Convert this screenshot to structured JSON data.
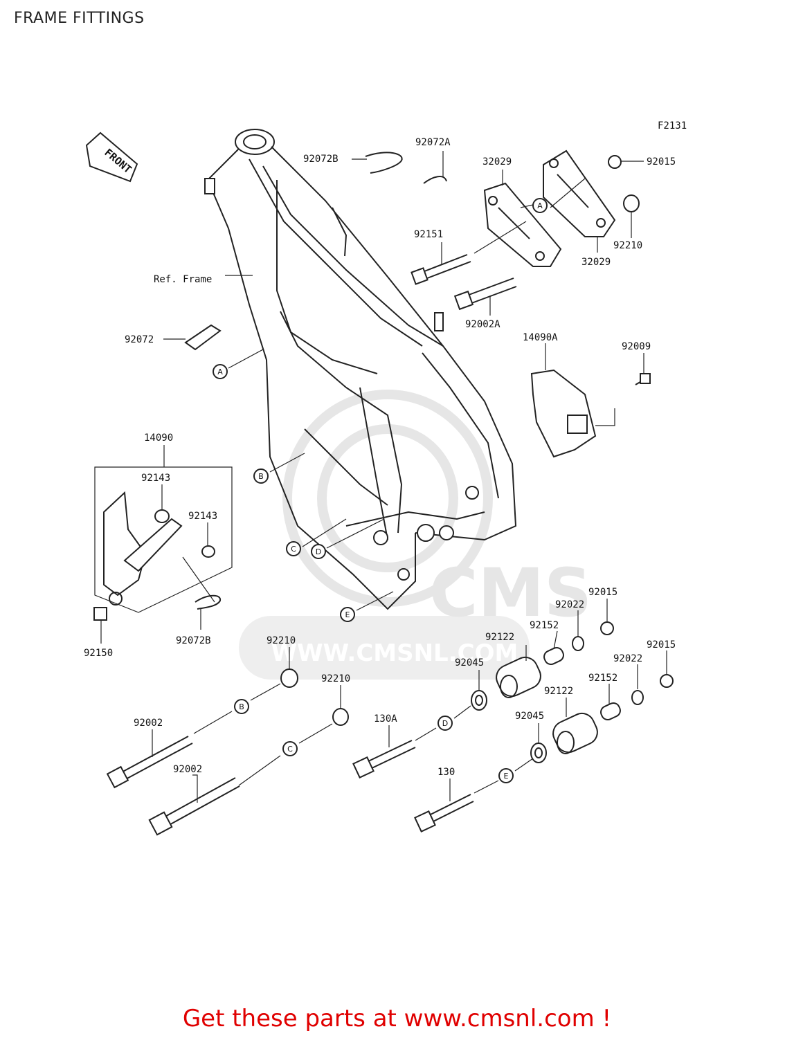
{
  "page": {
    "title": "FRAME FITTINGS",
    "call_to_action": "Get these parts at www.cmsnl.com !"
  },
  "diagram": {
    "figure_code": "F2131",
    "front_label": "FRONT",
    "watermark": {
      "brand": "CMS",
      "url": "WWW.CMSNL.COM"
    },
    "callouts": [
      {
        "label": "Ref. Frame"
      },
      {
        "label": "92072B"
      },
      {
        "label": "92072A"
      },
      {
        "label": "32029"
      },
      {
        "label": "92015"
      },
      {
        "label": "92151"
      },
      {
        "label": "92210"
      },
      {
        "label": "32029"
      },
      {
        "label": "92002A"
      },
      {
        "label": "92072"
      },
      {
        "label": "14090A"
      },
      {
        "label": "92009"
      },
      {
        "label": "14090"
      },
      {
        "label": "92143"
      },
      {
        "label": "92143"
      },
      {
        "label": "92150"
      },
      {
        "label": "92072B"
      },
      {
        "label": "92015"
      },
      {
        "label": "92022"
      },
      {
        "label": "92152"
      },
      {
        "label": "92122"
      },
      {
        "label": "92210"
      },
      {
        "label": "92045"
      },
      {
        "label": "92015"
      },
      {
        "label": "92022"
      },
      {
        "label": "92210"
      },
      {
        "label": "92152"
      },
      {
        "label": "92122"
      },
      {
        "label": "92002"
      },
      {
        "label": "130A"
      },
      {
        "label": "92045"
      },
      {
        "label": "92002"
      },
      {
        "label": "130"
      }
    ],
    "connectors": [
      {
        "letter": "A"
      },
      {
        "letter": "A"
      },
      {
        "letter": "B"
      },
      {
        "letter": "B"
      },
      {
        "letter": "C"
      },
      {
        "letter": "C"
      },
      {
        "letter": "D"
      },
      {
        "letter": "D"
      },
      {
        "letter": "E"
      },
      {
        "letter": "E"
      }
    ]
  }
}
